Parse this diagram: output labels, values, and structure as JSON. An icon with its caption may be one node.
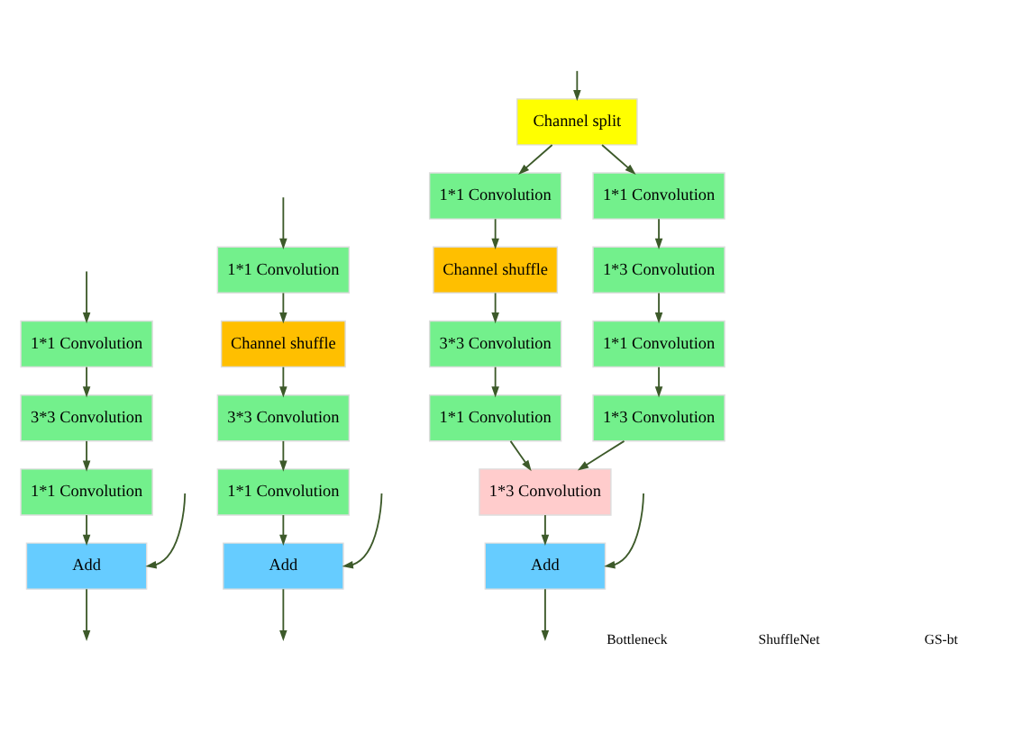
{
  "diagram": {
    "nodes": [
      {
        "text": [
          "1*1 Convolution"
        ]
      },
      {
        "text": [
          "3*3 Convolution"
        ]
      },
      {
        "text": [
          "1*1 Convolution"
        ]
      },
      {
        "text": [
          "Add"
        ]
      },
      {
        "text": [
          "1*1 Convolution"
        ]
      },
      {
        "text": [
          "Channel shuffle"
        ]
      },
      {
        "text": [
          "3*3 Convolution"
        ]
      },
      {
        "text": [
          "1*1 Convolution"
        ]
      },
      {
        "text": [
          "Add"
        ]
      },
      {
        "text": [
          "Channel split"
        ]
      },
      {
        "text": [
          "1*1 Convolution"
        ]
      },
      {
        "text": [
          "1*1 Convolution"
        ]
      },
      {
        "text": [
          "Channel shuffle"
        ]
      },
      {
        "text": [
          "1*3 Convolution"
        ]
      },
      {
        "text": [
          "3*3 Convolution"
        ]
      },
      {
        "text": [
          "1*1 Convolution"
        ]
      },
      {
        "text": [
          "1*1 Convolution"
        ]
      },
      {
        "text": [
          "1*3 Convolution"
        ]
      },
      {
        "text": [
          "1*3 Convolution"
        ]
      },
      {
        "text": [
          "Add"
        ]
      }
    ],
    "edges": [
      {
        "from": null,
        "to": 0,
        "arrow": "to"
      },
      {
        "from": 0,
        "to": 1,
        "arrow": "to"
      },
      {
        "from": 1,
        "to": 2,
        "arrow": "to"
      },
      {
        "from": 2,
        "to": 3,
        "arrow": "to"
      },
      {
        "from": null,
        "to": 3,
        "arrow": "to"
      },
      {
        "from": 3,
        "to": null,
        "arrow": "to"
      },
      {
        "from": null,
        "to": 4,
        "arrow": "to"
      },
      {
        "from": 4,
        "to": 5,
        "arrow": "to"
      },
      {
        "from": 5,
        "to": 6,
        "arrow": "to"
      },
      {
        "from": 6,
        "to": 7,
        "arrow": "to"
      },
      {
        "from": 7,
        "to": 8,
        "arrow": "to"
      },
      {
        "from": null,
        "to": 8,
        "arrow": "to"
      },
      {
        "from": 8,
        "to": null,
        "arrow": "to"
      },
      {
        "from": null,
        "to": 9,
        "arrow": "to"
      },
      {
        "from": 9,
        "to": 10,
        "arrow": "to"
      },
      {
        "from": 9,
        "to": 11,
        "arrow": "to"
      },
      {
        "from": 10,
        "to": 12,
        "arrow": "to"
      },
      {
        "from": 12,
        "to": 14,
        "arrow": "to"
      },
      {
        "from": 14,
        "to": 16,
        "arrow": "to"
      },
      {
        "from": 11,
        "to": 13,
        "arrow": "to"
      },
      {
        "from": 13,
        "to": 15,
        "arrow": "to"
      },
      {
        "from": 15,
        "to": 17,
        "arrow": "to"
      },
      {
        "from": 16,
        "to": 18,
        "arrow": "to"
      },
      {
        "from": 17,
        "to": 18,
        "arrow": "to"
      },
      {
        "from": 18,
        "to": 19,
        "arrow": "to"
      },
      {
        "from": null,
        "to": 19,
        "arrow": "to"
      },
      {
        "from": 19,
        "to": null,
        "arrow": "to"
      }
    ],
    "labels": [
      "Bottleneck",
      "ShuffleNet",
      "GS-bt"
    ]
  }
}
